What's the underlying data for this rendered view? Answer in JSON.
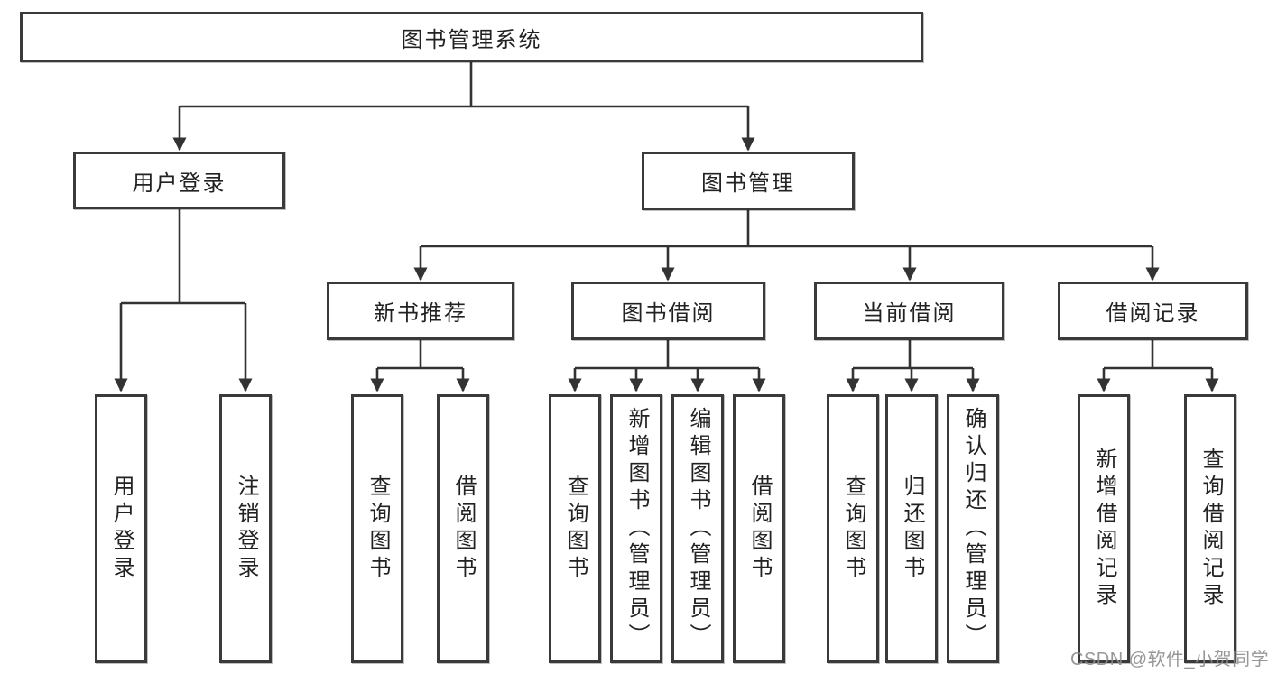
{
  "diagram_title": "图书管理系统",
  "nodes": {
    "root": {
      "label": "图书管理系统"
    },
    "user_login": {
      "label": "用户登录"
    },
    "book_mgmt": {
      "label": "图书管理"
    },
    "leaf_user_login": {
      "label": "用户登录"
    },
    "leaf_logout": {
      "label": "注销登录"
    },
    "new_book_rec": {
      "label": "新书推荐"
    },
    "book_borrow": {
      "label": "图书借阅"
    },
    "current_borrow": {
      "label": "当前借阅"
    },
    "borrow_record": {
      "label": "借阅记录"
    },
    "nbr_query_book": {
      "label": "查询图书"
    },
    "nbr_borrow_book": {
      "label": "借阅图书"
    },
    "bb_query_book": {
      "label": "查询图书"
    },
    "bb_add_book": {
      "label": "新增图书（管理员）"
    },
    "bb_edit_book": {
      "label": "编辑图书（管理员）"
    },
    "bb_borrow_book": {
      "label": "借阅图书"
    },
    "cb_query_book": {
      "label": "查询图书"
    },
    "cb_return_book": {
      "label": "归还图书"
    },
    "cb_confirm_return": {
      "label": "确认归还（管理员）"
    },
    "br_add_record": {
      "label": "新增借阅记录"
    },
    "br_query_record": {
      "label": "查询借阅记录"
    }
  },
  "hierarchy": {
    "label": "图书管理系统",
    "children": [
      {
        "label": "用户登录",
        "children": [
          {
            "label": "用户登录"
          },
          {
            "label": "注销登录"
          }
        ]
      },
      {
        "label": "图书管理",
        "children": [
          {
            "label": "新书推荐",
            "children": [
              {
                "label": "查询图书"
              },
              {
                "label": "借阅图书"
              }
            ]
          },
          {
            "label": "图书借阅",
            "children": [
              {
                "label": "查询图书"
              },
              {
                "label": "新增图书（管理员）"
              },
              {
                "label": "编辑图书（管理员）"
              },
              {
                "label": "借阅图书"
              }
            ]
          },
          {
            "label": "当前借阅",
            "children": [
              {
                "label": "查询图书"
              },
              {
                "label": "归还图书"
              },
              {
                "label": "确认归还（管理员）"
              }
            ]
          },
          {
            "label": "借阅记录",
            "children": [
              {
                "label": "新增借阅记录"
              },
              {
                "label": "查询借阅记录"
              }
            ]
          }
        ]
      }
    ]
  },
  "watermark": {
    "text": "CSDN @软件_小贺同学"
  },
  "colors": {
    "line": "#333333",
    "box_border": "#3a3a3a",
    "text": "#222222",
    "watermark": "#8c8c8c",
    "background": "#ffffff"
  }
}
